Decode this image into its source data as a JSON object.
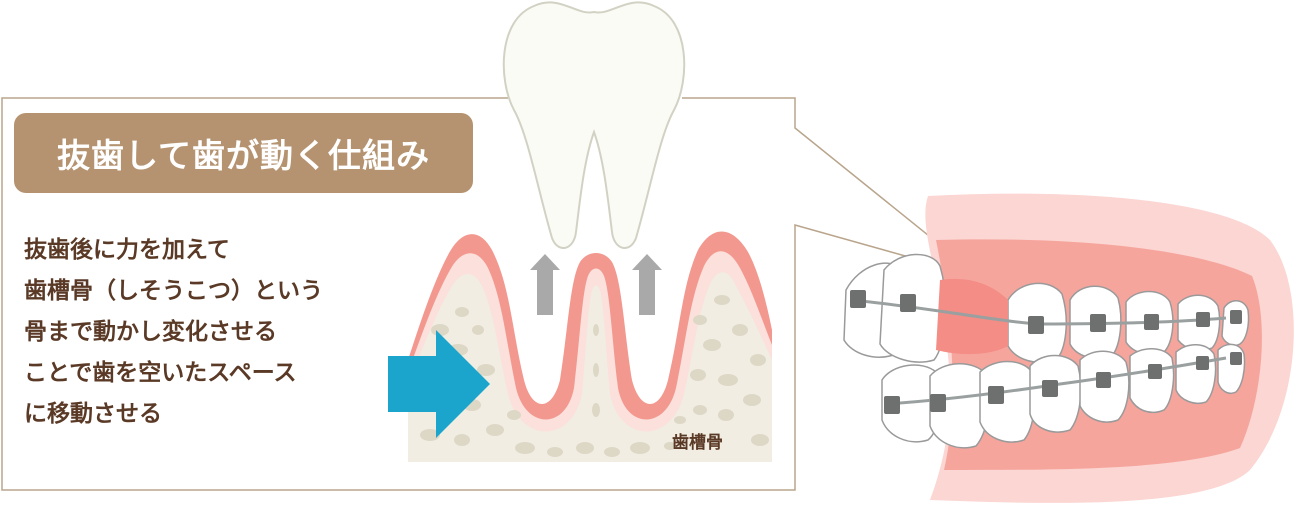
{
  "title": "抜歯して歯が動く仕組み",
  "description_lines": [
    "抜歯後に力を加えて",
    "歯槽骨（しそうこつ）という",
    "骨まで動かし変化させる",
    "ことで歯を空いたスペース",
    "に移動させる"
  ],
  "bone_label": "歯槽骨",
  "colors": {
    "badge": "#b59370",
    "text_brown": "#5a3a26",
    "gum_pink": "#f3988f",
    "gum_light": "#fbe0dc",
    "bone": "#f1ede2",
    "tooth": "#fbfbf6",
    "push_arrow": "#1ba5cc",
    "lift_arrow": "#a9a9a9",
    "bracket": "#6e7070"
  }
}
